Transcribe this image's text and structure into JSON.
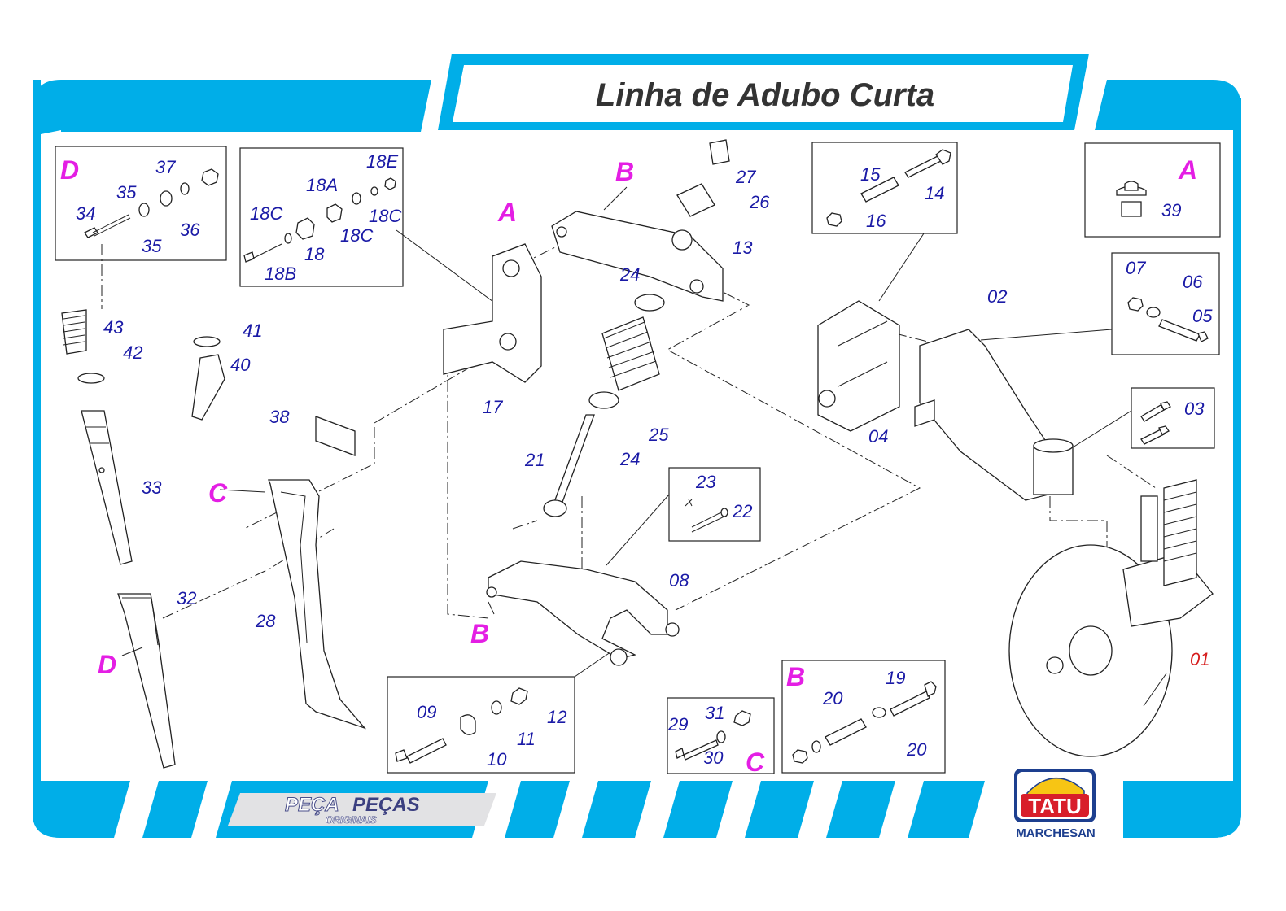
{
  "title": "Linha de Adubo Curta",
  "colors": {
    "frame_blue": "#00aee8",
    "label_blue": "#1a1aa6",
    "letter_magenta": "#e41ee4",
    "red": "#d61c1c",
    "tatu_red": "#d81e2a",
    "tatu_yellow": "#f7c514",
    "tatu_navy": "#1d3f8f"
  },
  "footer": {
    "pecas_ghost": "PEÇA",
    "pecas_main": "PEÇAS",
    "pecas_sub": "ORIGINAIS",
    "brand_name": "TATU",
    "brand_sub": "MARCHESAN"
  },
  "detail_letters": {
    "A": "A",
    "B": "B",
    "C": "C",
    "D": "D"
  },
  "labels": {
    "p01": "01",
    "p02": "02",
    "p03": "03",
    "p04": "04",
    "p05": "05",
    "p06": "06",
    "p07": "07",
    "p08": "08",
    "p09": "09",
    "p10": "10",
    "p11": "11",
    "p12": "12",
    "p13": "13",
    "p14": "14",
    "p15": "15",
    "p16": "16",
    "p17": "17",
    "p18": "18",
    "p18A": "18A",
    "p18B": "18B",
    "p18C": "18C",
    "p18E": "18E",
    "p19": "19",
    "p20": "20",
    "p21": "21",
    "p22": "22",
    "p23": "23",
    "p24": "24",
    "p25": "25",
    "p26": "26",
    "p27": "27",
    "p28": "28",
    "p29": "29",
    "p30": "30",
    "p31": "31",
    "p32": "32",
    "p33": "33",
    "p34": "34",
    "p35": "35",
    "p36": "36",
    "p37": "37",
    "p38": "38",
    "p39": "39",
    "p40": "40",
    "p41": "41",
    "p42": "42",
    "p43": "43"
  }
}
